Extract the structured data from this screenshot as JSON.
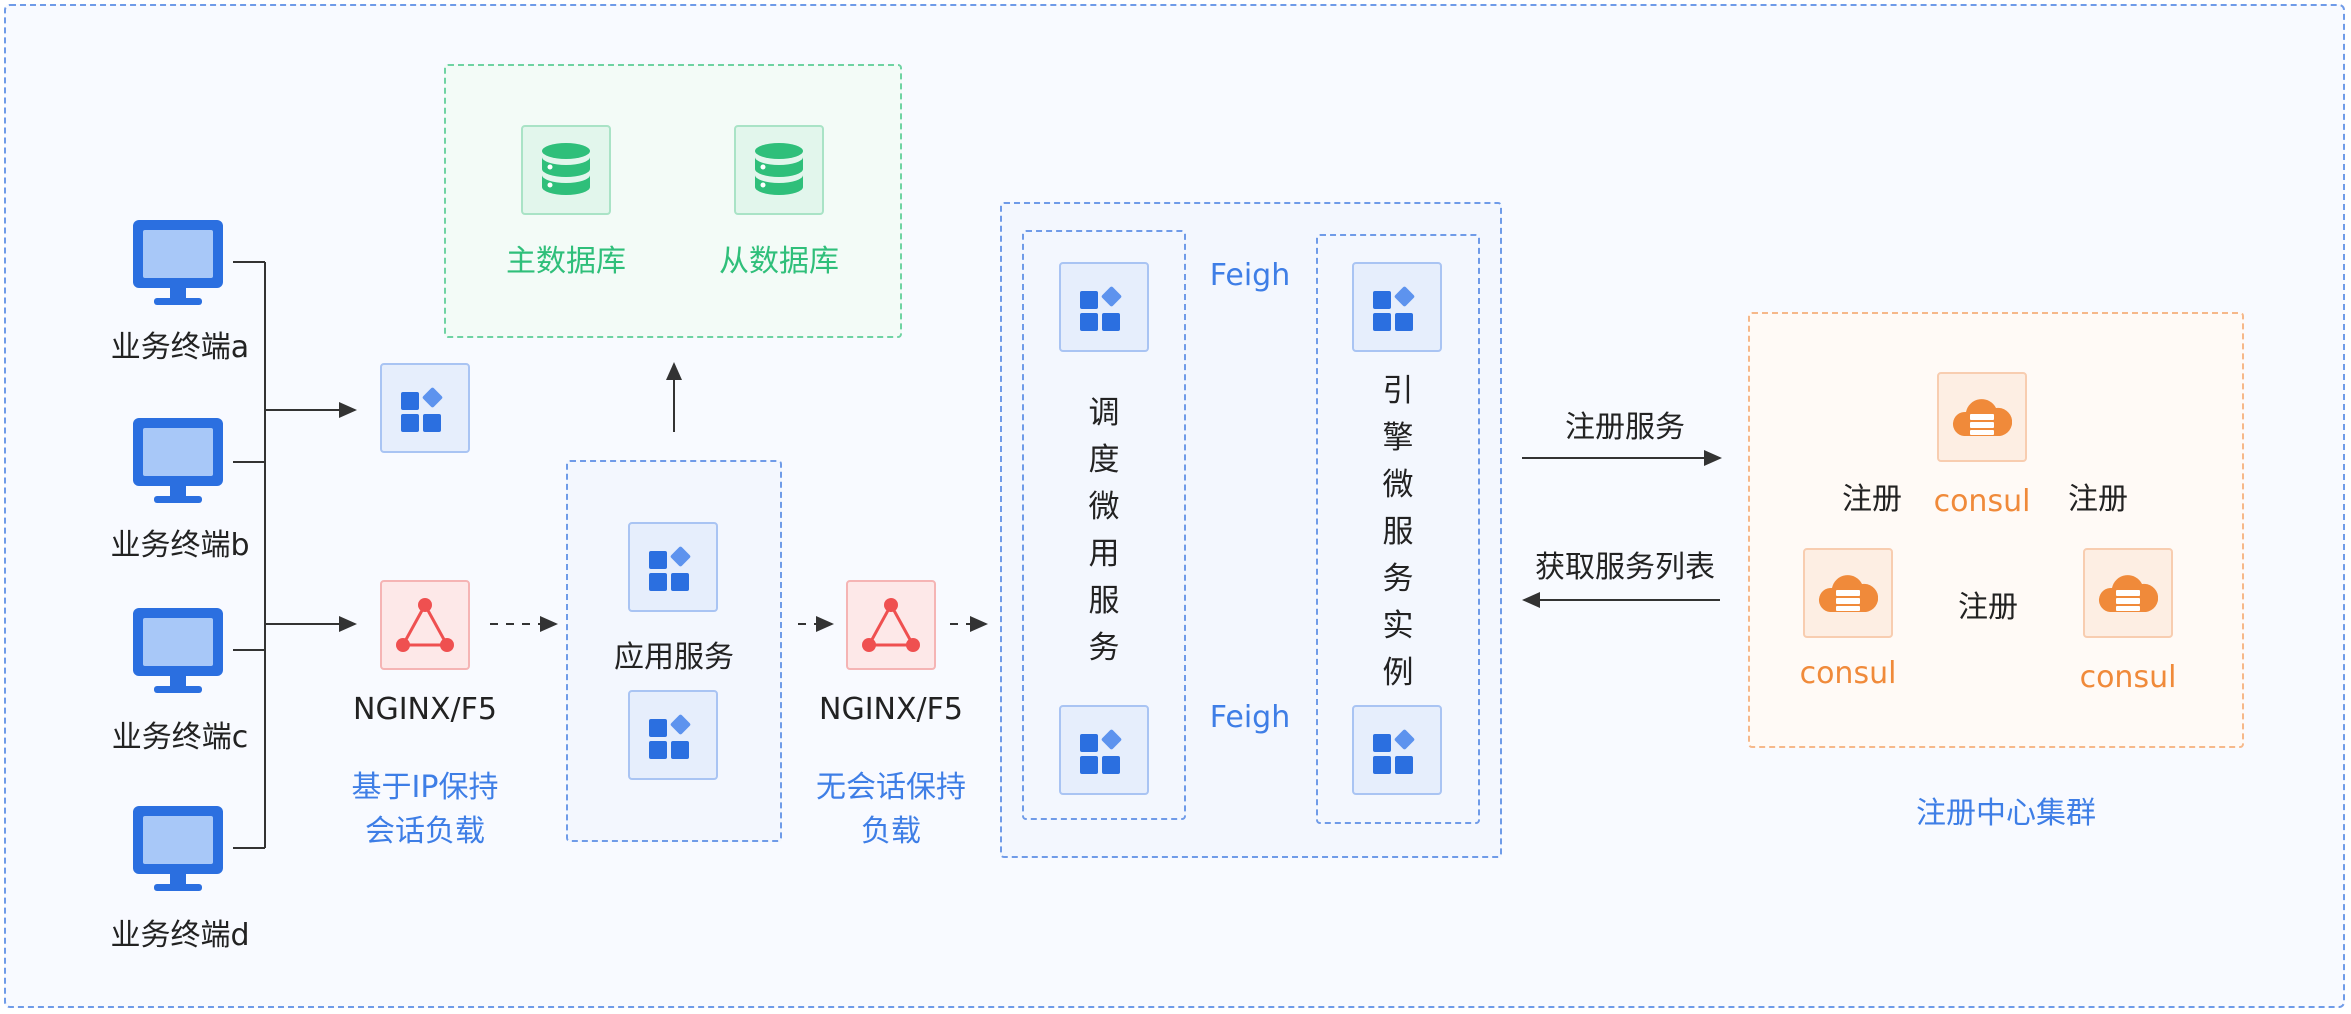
{
  "terminals": [
    {
      "label": "业务终端a"
    },
    {
      "label": "业务终端b"
    },
    {
      "label": "业务终端c"
    },
    {
      "label": "业务终端d"
    }
  ],
  "lb1": {
    "name": "NGINX/F5",
    "desc_line1": "基于IP保持",
    "desc_line2": "会话负载"
  },
  "lb2": {
    "name": "NGINX/F5",
    "desc_line1": "无会话保持",
    "desc_line2": "负载"
  },
  "app_service": {
    "label": "应用服务"
  },
  "db": {
    "master": "主数据库",
    "slave": "从数据库"
  },
  "scheduler": {
    "chars": [
      "调",
      "度",
      "微",
      "用",
      "服",
      "务"
    ]
  },
  "engine": {
    "chars": [
      "引",
      "擎",
      "微",
      "服",
      "务",
      "实",
      "例"
    ]
  },
  "feign": {
    "top": "Feigh",
    "bottom": "Feigh"
  },
  "register_arrow": {
    "label": "注册服务"
  },
  "fetch_arrow": {
    "label": "获取服务列表"
  },
  "registry": {
    "nodes": [
      "consul",
      "consul",
      "consul"
    ],
    "edge_left": "注册",
    "edge_right": "注册",
    "edge_bottom": "注册",
    "caption": "注册中心集群"
  },
  "colors": {
    "blue": "#3e7ee6",
    "green": "#2fbf7a",
    "red": "#ef5050",
    "orange": "#f08a3a"
  }
}
